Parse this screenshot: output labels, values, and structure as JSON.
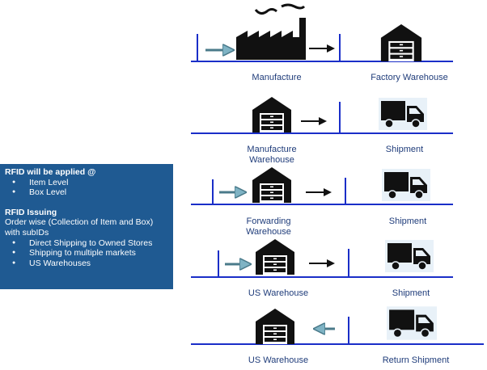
{
  "info_panel": {
    "heading_applied": "RFID will be applied @",
    "applied_levels": [
      "Item Level",
      "Box Level"
    ],
    "heading_issuing": "RFID Issuing",
    "issuing_description": "Order wise (Collection of Item and Box) with subIDs",
    "issuing_targets": [
      "Direct Shipping to Owned Stores",
      "Shipping to multiple markets",
      "US Warehouses"
    ]
  },
  "flow_rows": [
    {
      "left_label": [
        "Manufacture"
      ],
      "right_label": [
        "Factory Warehouse"
      ]
    },
    {
      "left_label": [
        "Manufacture",
        "Warehouse"
      ],
      "right_label": [
        "Shipment"
      ]
    },
    {
      "left_label": [
        "Forwarding",
        "Warehouse"
      ],
      "right_label": [
        "Shipment"
      ]
    },
    {
      "left_label": [
        "US Warehouse"
      ],
      "right_label": [
        "Shipment"
      ]
    },
    {
      "left_label": [
        "US Warehouse"
      ],
      "right_label": [
        "Return Shipment"
      ]
    }
  ],
  "colors": {
    "panel": "#1f5a92",
    "line": "#1a2ec8",
    "label": "#1f3c7a",
    "icon": "#111111",
    "teal_arrow": "#7fb3c4"
  }
}
